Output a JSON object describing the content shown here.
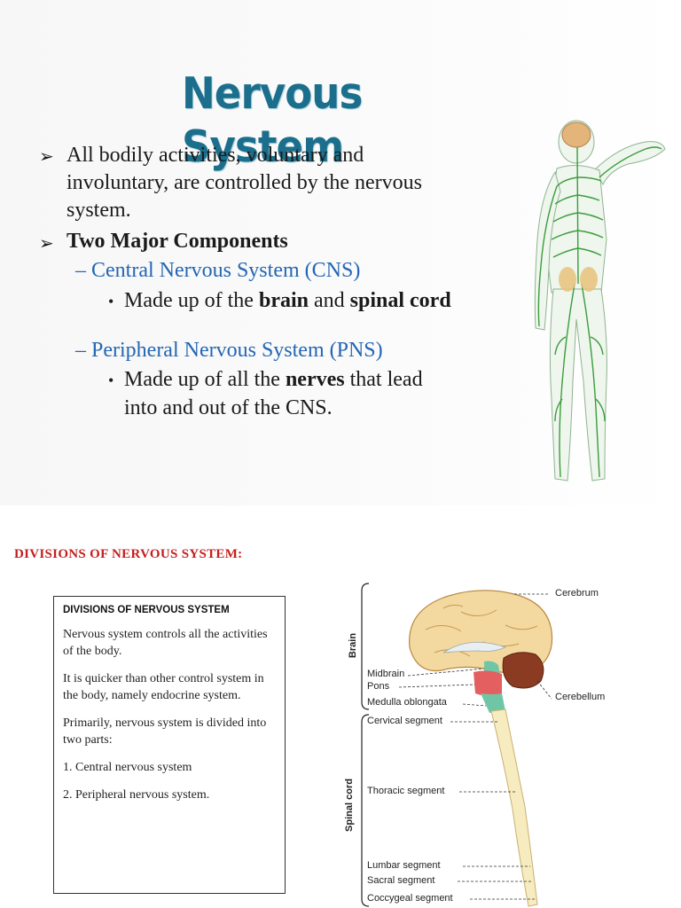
{
  "slide": {
    "title": "Nervous System",
    "bullet1_line1": "All bodily activities, voluntary and",
    "bullet1_line2": "involuntary, are controlled by the nervous",
    "bullet1_line3": "system.",
    "bullet2": "Two Major Components",
    "cns": {
      "heading": "Central Nervous System (CNS)",
      "desc_pre": "Made up of the ",
      "desc_b1": "brain",
      "desc_mid": " and ",
      "desc_b2": "spinal cord"
    },
    "pns": {
      "heading": "Peripheral Nervous System (PNS)",
      "desc_pre": "Made up of all the ",
      "desc_b1": "nerves",
      "desc_post": " that lead",
      "desc_line2": "into and out of the CNS."
    }
  },
  "section_heading": "DIVISIONS OF NERVOUS SYSTEM:",
  "box": {
    "title": "DIVISIONS OF NERVOUS SYSTEM",
    "p1": "Nervous system controls all the activities of the body.",
    "p2": "It is quicker than other control system in the body, namely endocrine system.",
    "p3": "Primarily, nervous system is divided into two parts:",
    "p4": "1. Central nervous system",
    "p5": "2. Peripheral nervous system."
  },
  "diagram": {
    "group_brain": "Brain",
    "group_spinal": "Spinal cord",
    "labels": {
      "cerebrum": "Cerebrum",
      "midbrain": "Midbrain",
      "pons": "Pons",
      "medulla": "Medulla oblongata",
      "cerebellum": "Cerebellum",
      "cervical": "Cervical segment",
      "thoracic": "Thoracic segment",
      "lumbar": "Lumbar segment",
      "sacral": "Sacral segment",
      "coccygeal": "Coccygeal segment"
    }
  },
  "colors": {
    "title": "#1b6f8c",
    "subheading": "#2466b3",
    "section": "#c41e1e",
    "nerve": "#3b9c3b",
    "brain": "#f3d9a0",
    "cerebellum": "#8a3b22",
    "pons": "#e45f5f",
    "medulla": "#6fc6a6",
    "cord": "#f7ecc0"
  }
}
